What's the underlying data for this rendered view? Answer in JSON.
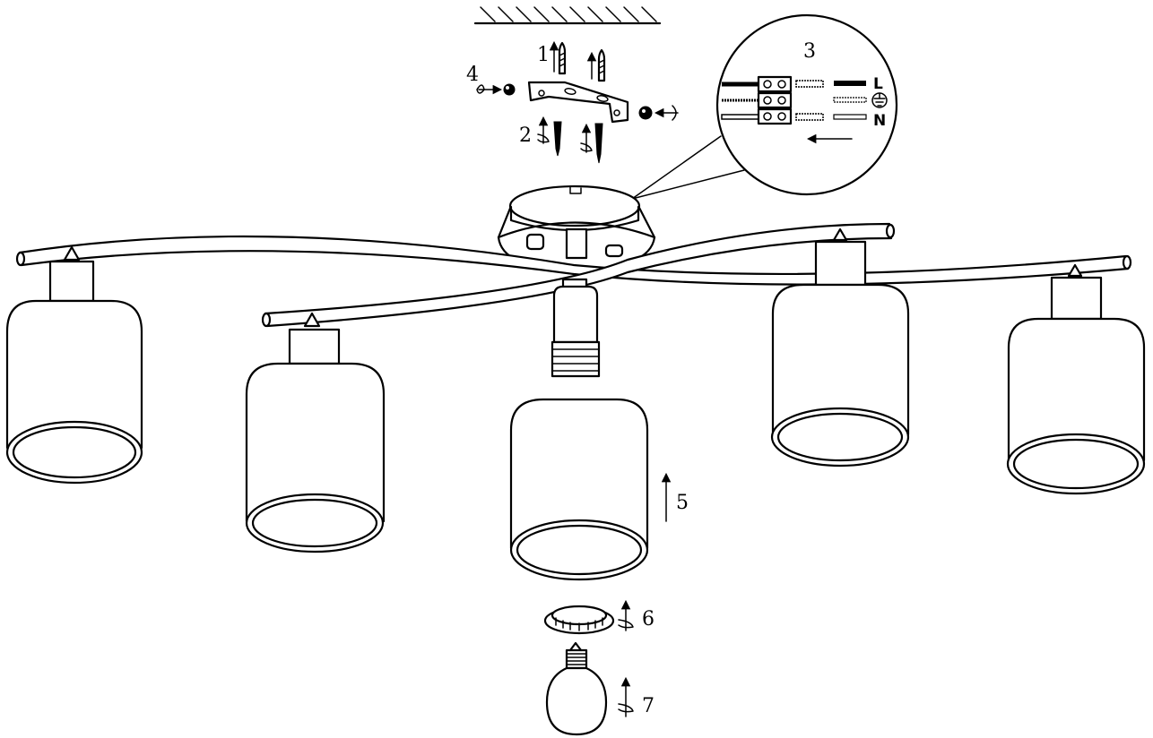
{
  "steps": {
    "s1": "1",
    "s2": "2",
    "s3": "3",
    "s4": "4",
    "s5": "5",
    "s6": "6",
    "s7": "7"
  },
  "wires": {
    "live": "L",
    "neutral": "N",
    "earth_icon": "earth-ground-icon"
  },
  "colors": {
    "line": "#000000",
    "background": "#ffffff"
  }
}
